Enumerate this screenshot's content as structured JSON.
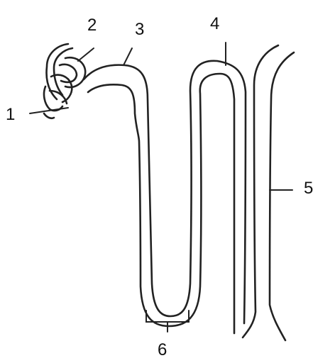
{
  "labels": {
    "label_1": "1",
    "label_2": "2",
    "label_3": "3",
    "label_4": "4",
    "label_5": "5",
    "label_6": "6"
  },
  "colors": {
    "line": "#222222",
    "background": "#ffffff",
    "text": "#111111"
  }
}
